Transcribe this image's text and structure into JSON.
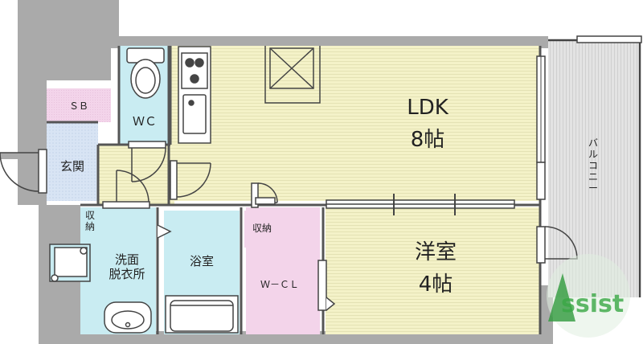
{
  "rooms": {
    "ldk": {
      "name": "LDK",
      "size": "8帖"
    },
    "western": {
      "name": "洋室",
      "size": "4帖"
    },
    "wc": "ＷＣ",
    "entrance": "玄関",
    "shoe_box": "ＳＢ",
    "storage_left": "収納",
    "storage_mid": "収納",
    "washroom": "洗面\n脱衣所",
    "bathroom": "浴室",
    "walk_in_closet": "Ｗ－ＣＬ",
    "balcony": "バルコニー"
  },
  "watermark": "Assist",
  "colors": {
    "wall": "#aaaaaa",
    "ldk_floor": "#f4f2c8",
    "wet_area": "#c9ecf2",
    "storage": "#f3d4ea",
    "balcony": "#e3e3e3",
    "outline": "#444444",
    "watermark": "#3aa845"
  }
}
